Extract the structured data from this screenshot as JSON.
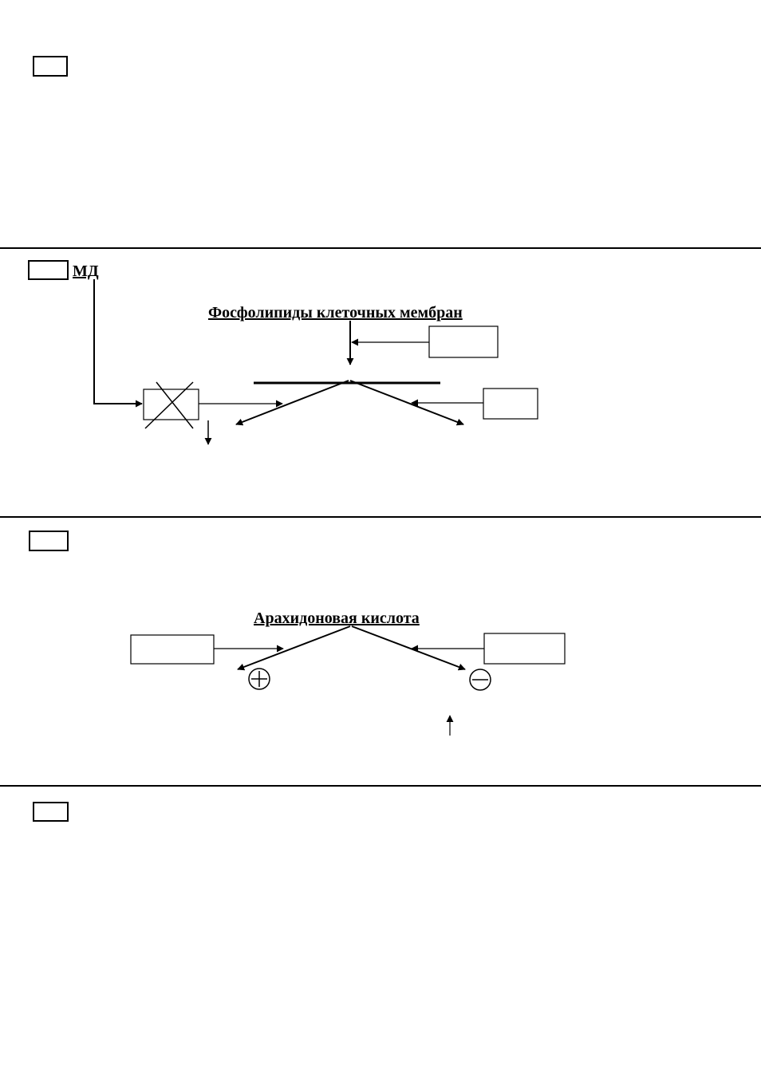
{
  "sections": [
    {
      "id": "s1"
    },
    {
      "id": "s2",
      "tag_label": "МД",
      "title": "Фосфолипиды клеточных мембран"
    },
    {
      "id": "s3",
      "title": "Арахидоновая кислота",
      "plus_sign": "+",
      "minus_sign": "−"
    },
    {
      "id": "s4"
    }
  ],
  "colors": {
    "stroke": "#000000",
    "background": "#ffffff"
  },
  "icons": [
    "cross-mark-icon",
    "plus-circle-icon",
    "minus-circle-icon"
  ]
}
